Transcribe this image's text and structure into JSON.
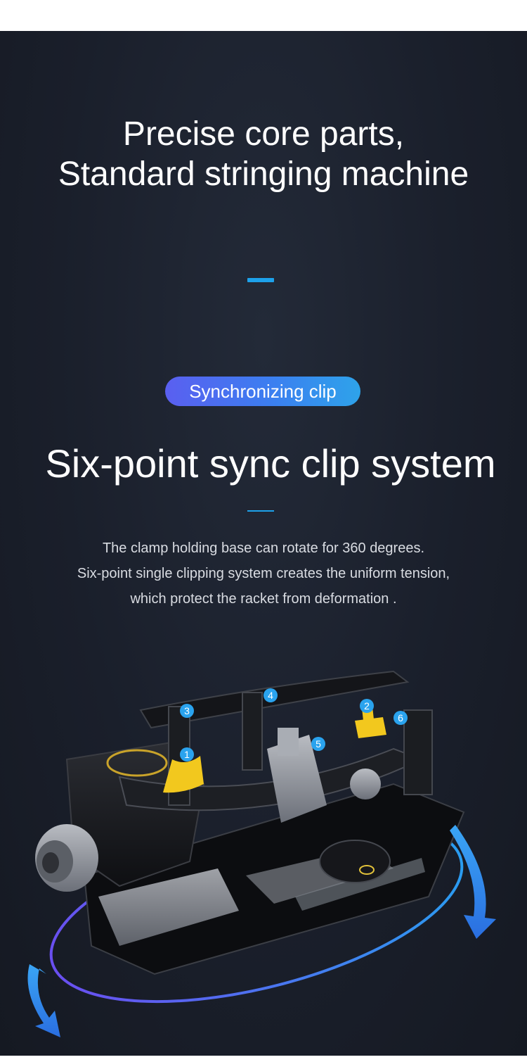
{
  "hero": {
    "title_line1": "Precise core parts,",
    "title_line2": "Standard stringing machine"
  },
  "feature": {
    "tag": "Synchronizing clip",
    "title": "Six-point sync clip system",
    "description": [
      "The clamp holding base can rotate for 360 degrees.",
      "Six-point single clipping system creates the uniform tension,",
      "which protect the racket from deformation ."
    ]
  },
  "markers": [
    "1",
    "2",
    "3",
    "4",
    "5",
    "6"
  ],
  "colors": {
    "background": "#1a1f2b",
    "accent": "#1da1ea",
    "pill_start": "#5a5ff0",
    "pill_end": "#2ea3ea",
    "clamp_yellow": "#f2c81e"
  },
  "icons": [
    "rotate-arrow-icon",
    "rotate-arrow-icon"
  ]
}
